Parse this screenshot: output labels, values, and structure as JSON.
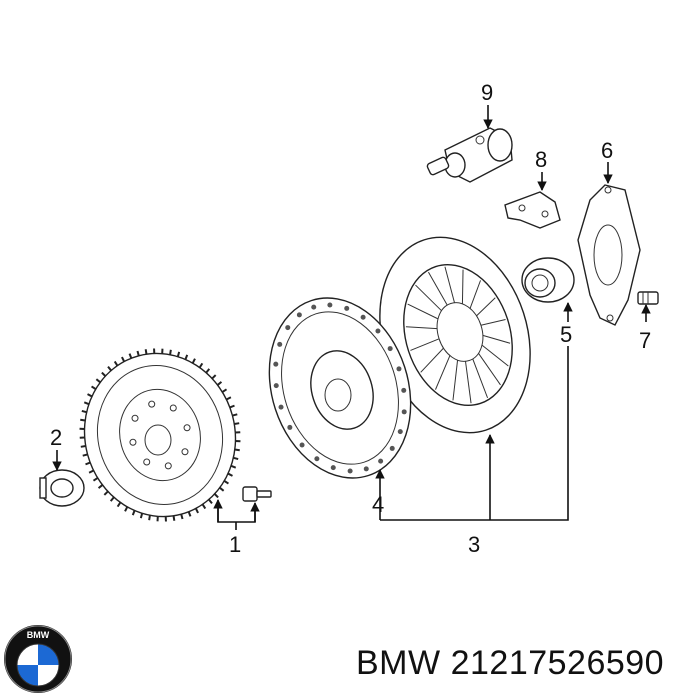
{
  "callouts": {
    "c1": "1",
    "c2": "2",
    "c3": "3",
    "c4": "4",
    "c5": "5",
    "c6": "6",
    "c7": "7",
    "c8": "8",
    "c9": "9"
  },
  "caption": {
    "brand": "BMW",
    "part_number": "21217526590"
  },
  "logo": {
    "letters": "BMW",
    "colors": {
      "blue": "#1c69d4",
      "black": "#111111",
      "white": "#ffffff"
    }
  }
}
